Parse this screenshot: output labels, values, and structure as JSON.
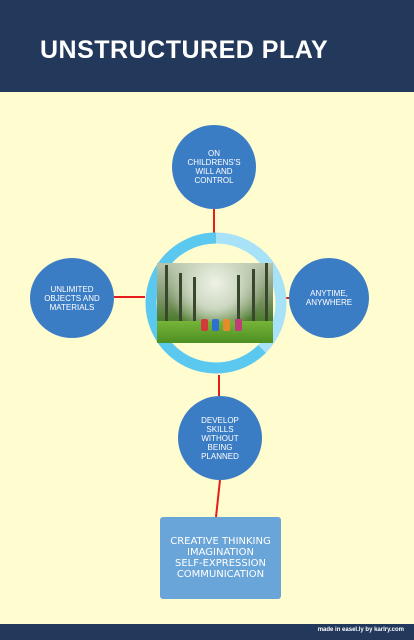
{
  "header": {
    "title": "UNSTRUCTURED PLAY"
  },
  "nodes": {
    "top": "ON CHILDRENS'S WILL AND CONTROL",
    "left": "UNLIMITED OBJECTS AND MATERIALS",
    "right": "ANYTIME, ANYWHERE",
    "bottom": "DEVELOP SKILLS WITHOUT BEING PLANNED"
  },
  "outcome": {
    "lines": [
      "CREATIVE THINKING",
      "IMAGINATION",
      "SELF-EXPRESSION",
      "COMMUNICATION"
    ]
  },
  "footer": {
    "credit": "made in easel.ly by karIry.com"
  },
  "colors": {
    "header_bg": "#23395b",
    "page_bg": "#fffccf",
    "node_blue": "#3b7dc4",
    "ring_blue": "#5bc8f0",
    "ring_light": "#a7e2f8",
    "connector_red": "#e81c1c",
    "outcome_blue": "#6aa5d9"
  }
}
